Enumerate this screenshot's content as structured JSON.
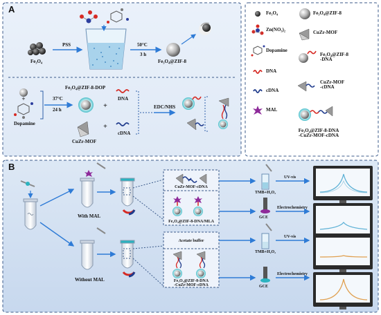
{
  "panelA": {
    "label": "A",
    "step1": {
      "fe3o4": "Fe₃O₄",
      "pss": "PSS",
      "temp": "50°C",
      "time": "3 h",
      "product": "Fe₃O₄@ZIF-8"
    },
    "step2": {
      "product": "Fe₃O₄@ZIF-8-DOP",
      "temp": "37°C",
      "time": "24 h",
      "dopamine": "Dopamine",
      "dna": "DNA",
      "cdna": "cDNA",
      "cuzr": "CuZr-MOF",
      "coupling": "EDC/NHS"
    },
    "legend": [
      {
        "label": "Fe₃O₄",
        "icon": "fe3o4-icon"
      },
      {
        "label": "Zn(NO₃)₂",
        "icon": "zn-nitrate-icon"
      },
      {
        "label": "Dopamine",
        "icon": "dopamine-icon"
      },
      {
        "label": "DNA",
        "icon": "dna-icon"
      },
      {
        "label": "cDNA",
        "icon": "cdna-icon"
      },
      {
        "label": "MAL",
        "icon": "mal-icon"
      },
      {
        "label": "Fe₃O₄@ZIF-8",
        "icon": "fe3o4-zif8-icon"
      },
      {
        "label": "CuZr-MOF",
        "icon": "cuzr-mof-icon"
      },
      {
        "label": "Fe₃O₄@ZIF-8\n-DNA",
        "icon": "fe3o4-zif8-dna-icon"
      },
      {
        "label": "CuZr-MOF\n-cDNA",
        "icon": "cuzr-mof-cdna-icon"
      },
      {
        "label": "Fe₃O₄@ZIF-8-DNA\n-CuZr-MOF-cDNA",
        "icon": "complex-icon"
      }
    ]
  },
  "panelB": {
    "label": "B",
    "withMal": "With MAL",
    "withoutMal": "Without MAL",
    "upper": {
      "box1": "CuZr-MOF-cDNA",
      "box2": "Fe₃O₄@ZIF-8-DNA/MLA"
    },
    "lower": {
      "box1": "Acetate buffer",
      "box2": "Fe₃O₄@ZIF-8-DNA\n-CuZr-MOF-cDNA"
    },
    "tmb": "TMB+H₂O₂",
    "gce": "GCE",
    "uvvis": "UV-vis",
    "electrochem": "Electrochemistry"
  },
  "colors": {
    "dna": "#d62a24",
    "cdna": "#1f3b8c",
    "mal": "#8e2a9a",
    "panelBorder": "#3b5a8a",
    "monitor": "#2a2a2a",
    "screen": "#e8f0f8"
  }
}
